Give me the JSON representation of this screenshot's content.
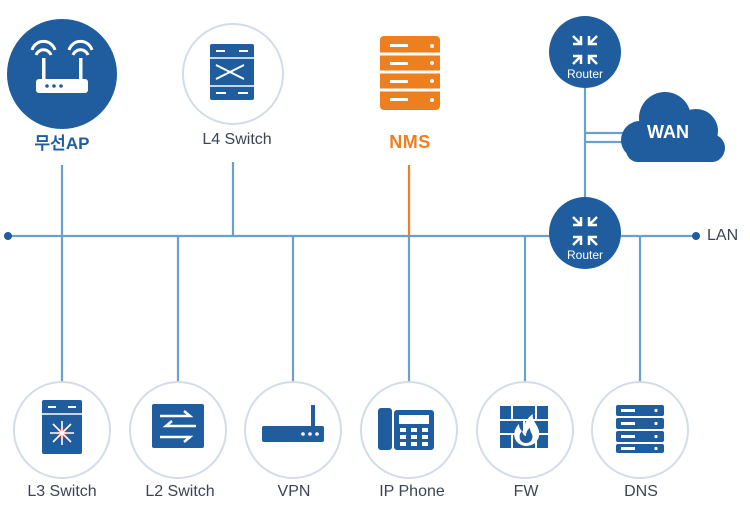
{
  "nodes": {
    "wireless_ap": "무선AP",
    "l4_switch": "L4 Switch",
    "nms": "NMS",
    "router_top": "Router",
    "router_main": "Router",
    "wan": "WAN",
    "lan": "LAN",
    "l3_switch": "L3 Switch",
    "l2_switch": "L2 Switch",
    "vpn": "VPN",
    "ip_phone": "IP Phone",
    "fw": "FW",
    "dns": "DNS"
  },
  "colors": {
    "primary": "#1f5d9e",
    "accent": "#ee7f1e",
    "line": "#6a9fce",
    "circle_border": "#d3dce8",
    "text": "#3a4455"
  },
  "icons": {
    "wireless_ap": "wifi-router-icon",
    "l4_switch": "rack-switch-icon",
    "nms": "server-stack-icon",
    "router": "router-arrows-icon",
    "wan": "cloud-icon",
    "l3_switch": "l3-switch-icon",
    "l2_switch": "l2-switch-arrows-icon",
    "vpn": "vpn-device-icon",
    "ip_phone": "desk-phone-icon",
    "fw": "firewall-icon",
    "dns": "dns-server-icon"
  }
}
